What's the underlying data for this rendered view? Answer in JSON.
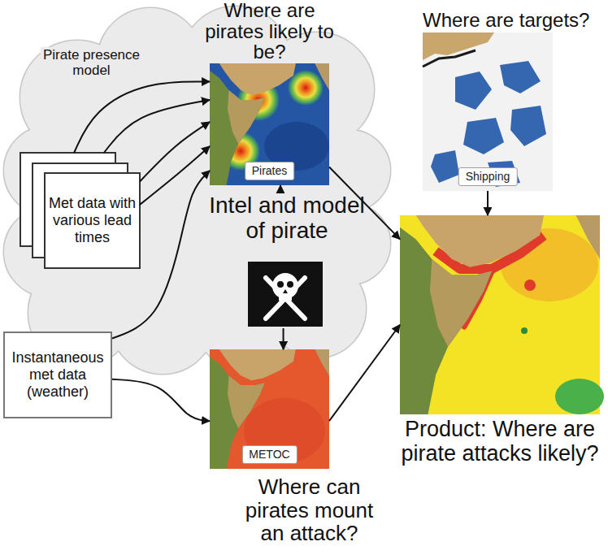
{
  "diagram": {
    "nodes": [
      {
        "text": [
          "Met data with various lead times"
        ]
      },
      {
        "text": [
          "Where are pirates likely to be?",
          "Pirates"
        ]
      },
      {
        "text": [
          "Where are targets?",
          "Shipping"
        ]
      },
      {
        "text": [
          "Intel and model of pirate"
        ]
      },
      {
        "text": [
          "Instantaneous met data (weather)"
        ]
      },
      {
        "text": [
          "METOC",
          "Where can pirates mount an attack?"
        ]
      },
      {
        "text": [
          "Product: Where are pirate attacks likely?"
        ]
      }
    ],
    "edges": [
      {
        "from": 0,
        "to": 1,
        "arrow": "to",
        "label": "Pirate presence model"
      },
      {
        "from": 0,
        "to": 1,
        "arrow": "to"
      },
      {
        "from": 0,
        "to": 1,
        "arrow": "to"
      },
      {
        "from": 0,
        "to": 1,
        "arrow": "to"
      },
      {
        "from": 4,
        "to": 1,
        "arrow": "to"
      },
      {
        "from": 4,
        "to": 5,
        "arrow": "to"
      },
      {
        "from": 3,
        "to": 1,
        "arrow": "to"
      },
      {
        "from": 3,
        "to": 5,
        "arrow": "to"
      },
      {
        "from": 1,
        "to": 6,
        "arrow": "to"
      },
      {
        "from": 2,
        "to": 6,
        "arrow": "to"
      },
      {
        "from": 5,
        "to": 6,
        "arrow": "to"
      }
    ]
  }
}
